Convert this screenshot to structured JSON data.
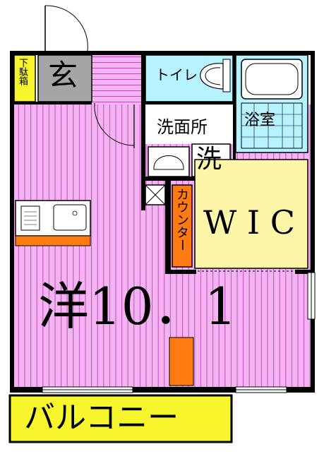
{
  "rooms": {
    "entrance": "玄",
    "shoe_box": "下駄箱",
    "toilet": "トイレ",
    "washroom": "洗面所",
    "bath": "浴室",
    "laundry": "洗",
    "counter": "カウンター",
    "wic": "W I C",
    "western_room": "洋10．1",
    "balcony": "バルコニー"
  },
  "colors": {
    "room_pink": "#f4b4f2",
    "stripe": "#c24cc0",
    "wet_area_blue": "#b6f2ff",
    "wic_yellow": "#fdf6a8",
    "balcony_yellow": "#f7f62c",
    "counter_orange": "#ff7a10",
    "entry_gray": "#a5a5a5",
    "wall": "#000000"
  }
}
